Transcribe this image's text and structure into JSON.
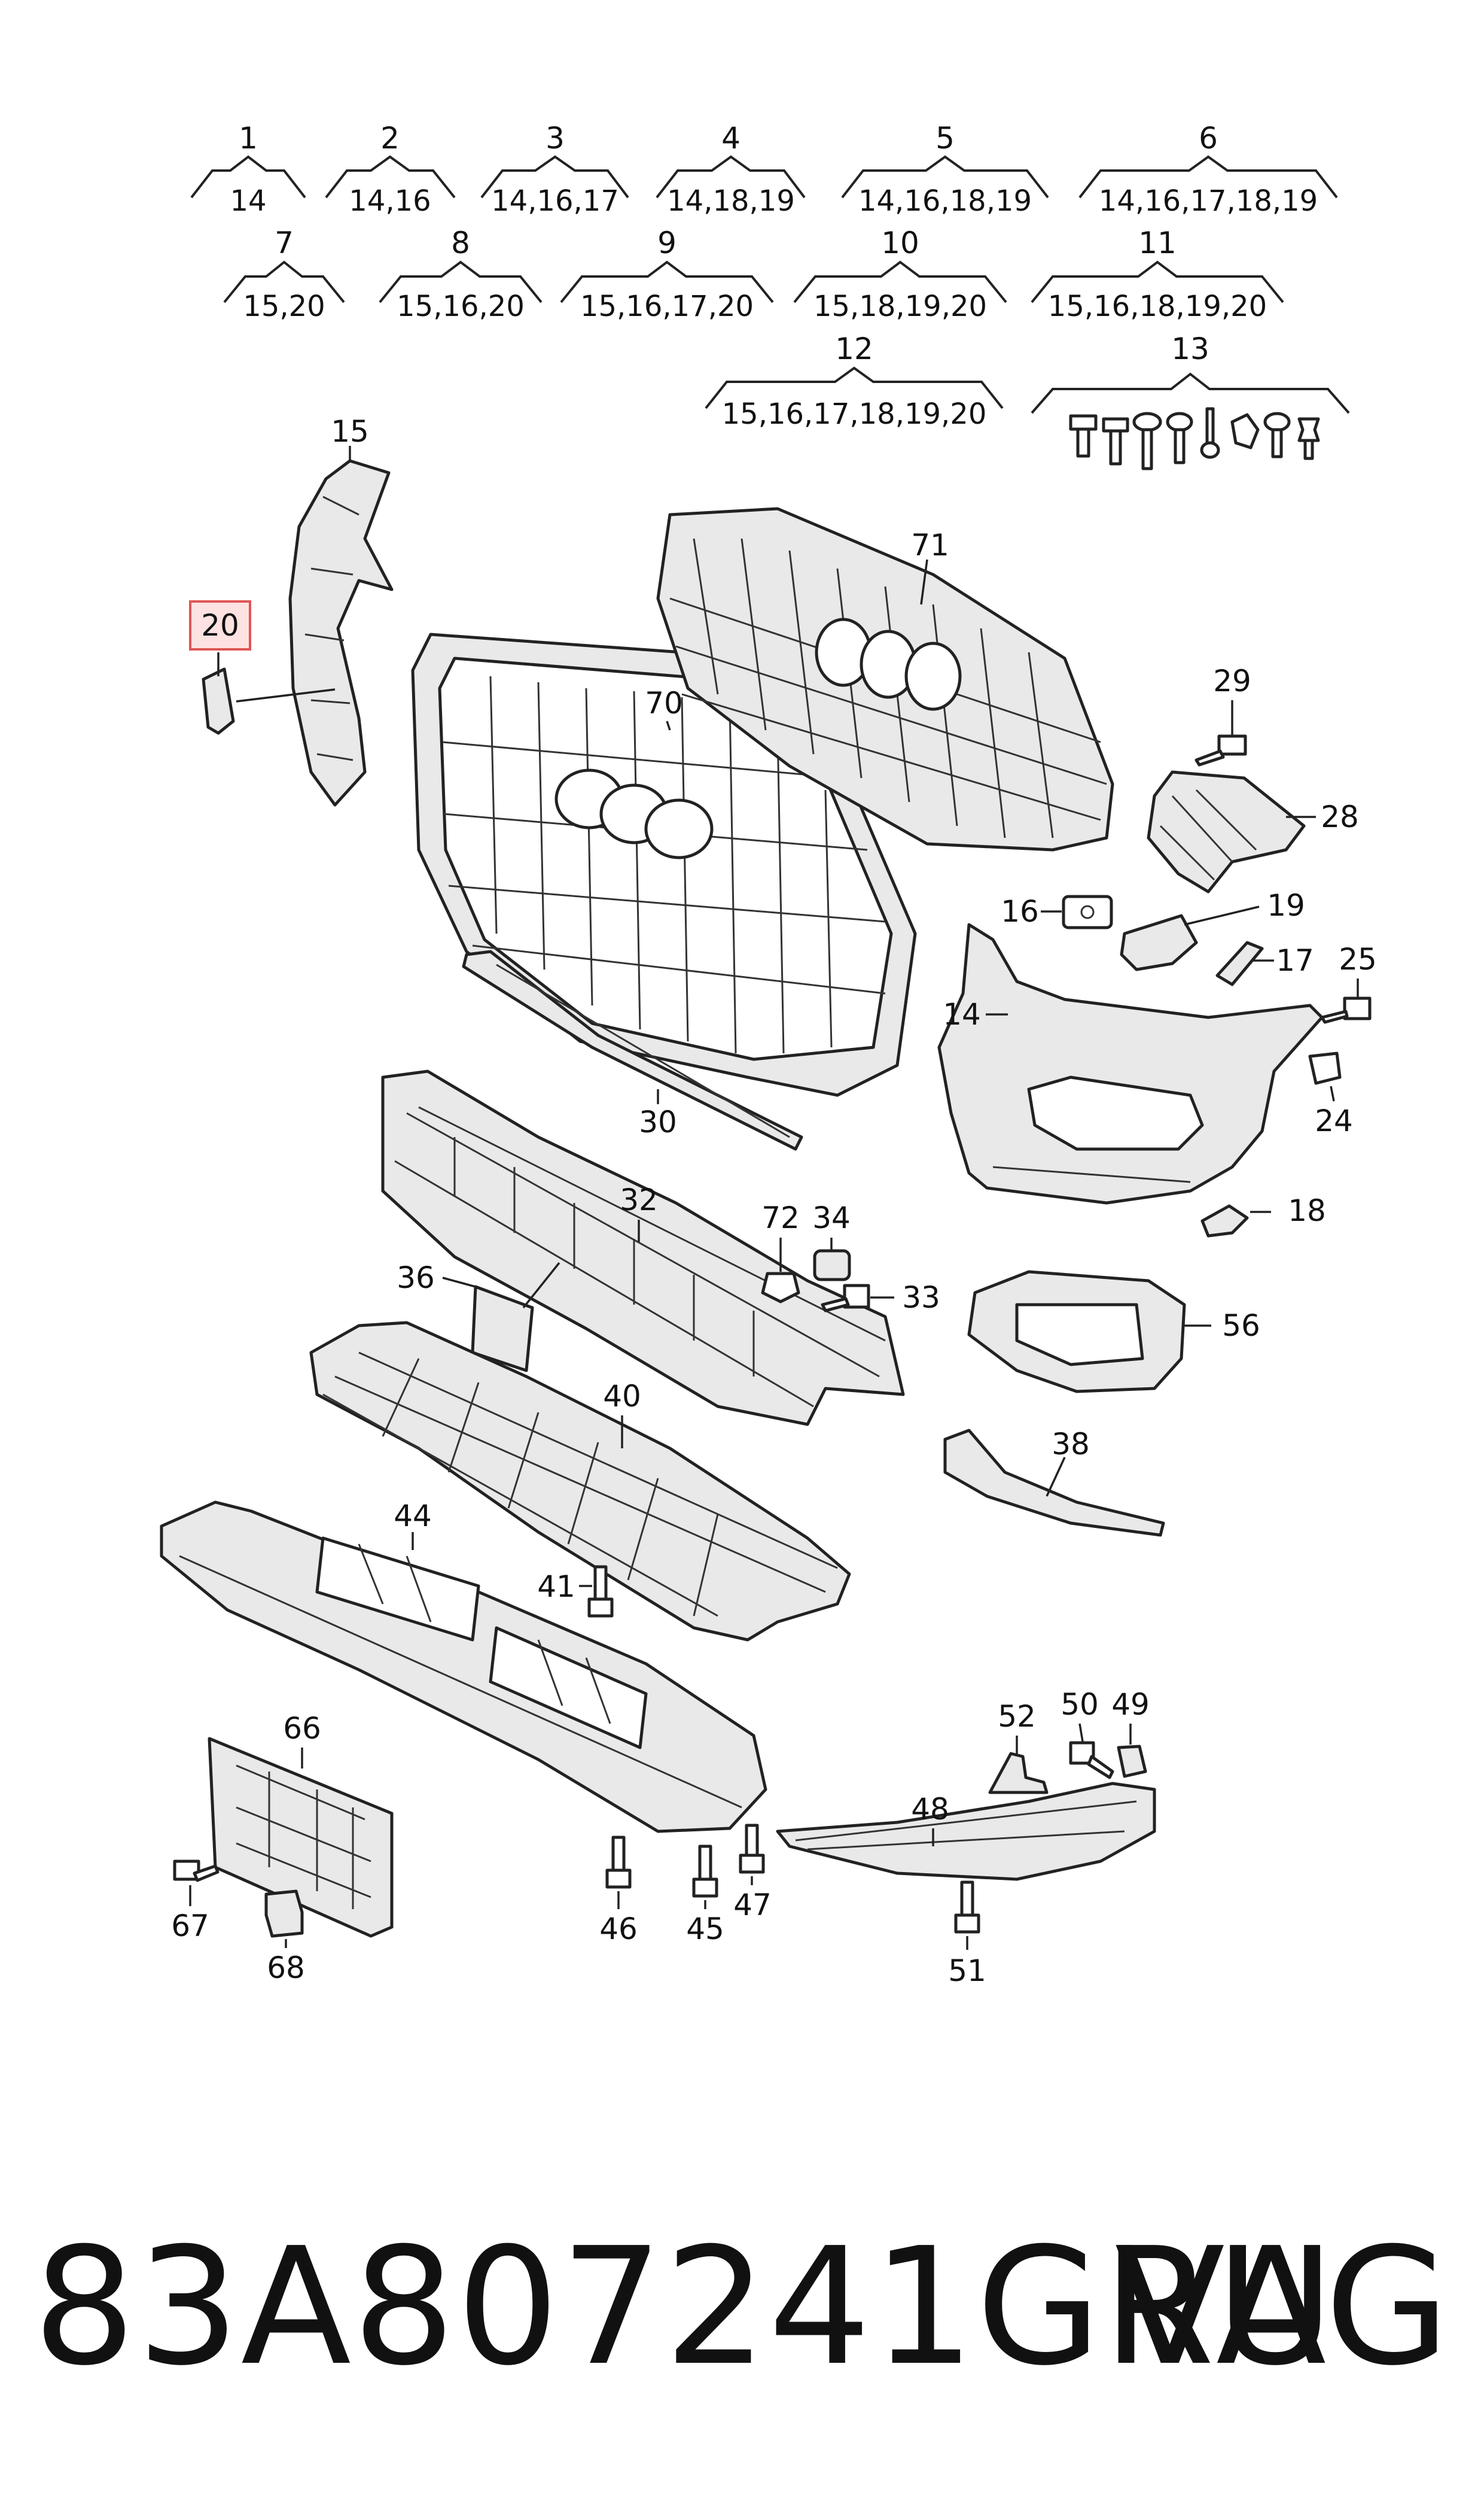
{
  "kits": [
    {
      "num": "1",
      "contents": "14"
    },
    {
      "num": "2",
      "contents": "14,16"
    },
    {
      "num": "3",
      "contents": "14,16,17"
    },
    {
      "num": "4",
      "contents": "14,18,19"
    },
    {
      "num": "5",
      "contents": "14,16,18,19"
    },
    {
      "num": "6",
      "contents": "14,16,17,18,19"
    },
    {
      "num": "7",
      "contents": "15,20"
    },
    {
      "num": "8",
      "contents": "15,16,20"
    },
    {
      "num": "9",
      "contents": "15,16,17,20"
    },
    {
      "num": "10",
      "contents": "15,18,19,20"
    },
    {
      "num": "11",
      "contents": "15,16,18,19,20"
    },
    {
      "num": "12",
      "contents": "15,16,17,18,19,20"
    },
    {
      "num": "13",
      "contents": ""
    }
  ],
  "callouts": [
    "15",
    "20",
    "70",
    "71",
    "29",
    "28",
    "16",
    "19",
    "17",
    "25",
    "14",
    "24",
    "30",
    "32",
    "72",
    "34",
    "33",
    "36",
    "18",
    "56",
    "40",
    "38",
    "44",
    "41",
    "66",
    "52",
    "50",
    "49",
    "48",
    "67",
    "46",
    "45",
    "47",
    "68",
    "51"
  ],
  "highlighted_part": "20",
  "footer": {
    "part_number": "83A807241GRU",
    "brand": "VAG"
  },
  "colors": {
    "highlight_fill": "#fde2e2",
    "highlight_stroke": "#e05555",
    "line": "#222222"
  }
}
